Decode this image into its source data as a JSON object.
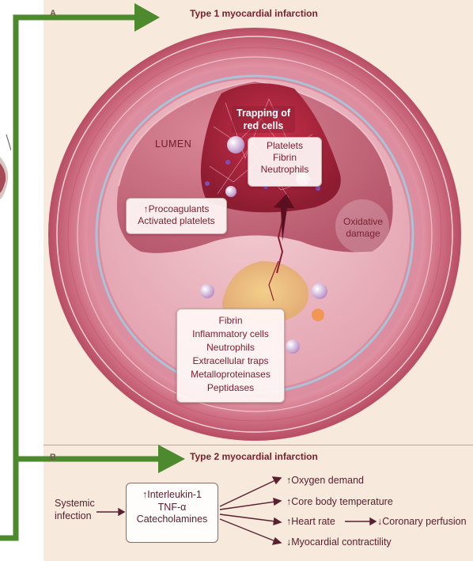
{
  "panel_a": {
    "letter": "A",
    "title": "Type 1 myocardial infarction",
    "lumen_label": "LUMEN",
    "trapping_label": [
      "Trapping of",
      "red cells"
    ],
    "clot_components": [
      "Platelets",
      "Fibrin",
      "Neutrophils"
    ],
    "procoagulants": [
      "↑Procoagulants",
      "Activated platelets"
    ],
    "oxidative": [
      "Oxidative",
      "damage"
    ],
    "plaque_contents": [
      "Fibrin",
      "Inflammatory cells",
      "Neutrophils",
      "Extracellular traps",
      "Metalloproteinases",
      "Peptidases"
    ]
  },
  "panel_b": {
    "letter": "B",
    "title": "Type 2 myocardial infarction",
    "trigger": [
      "Systemic",
      "infection"
    ],
    "mediators": [
      "↑Interleukin-1",
      "TNF-α",
      "Catecholamines"
    ],
    "effects": {
      "oxygen": "↑Oxygen demand",
      "temperature": "↑Core body temperature",
      "heart_rate": "↑Heart rate",
      "perfusion": "↓Coronary perfusion",
      "contractility": "↓Myocardial contractility"
    }
  },
  "colors": {
    "annotation_arrow": "#4d8a2e",
    "accent_text": "#7a2030",
    "panel_bg": "#f7e9dc"
  }
}
